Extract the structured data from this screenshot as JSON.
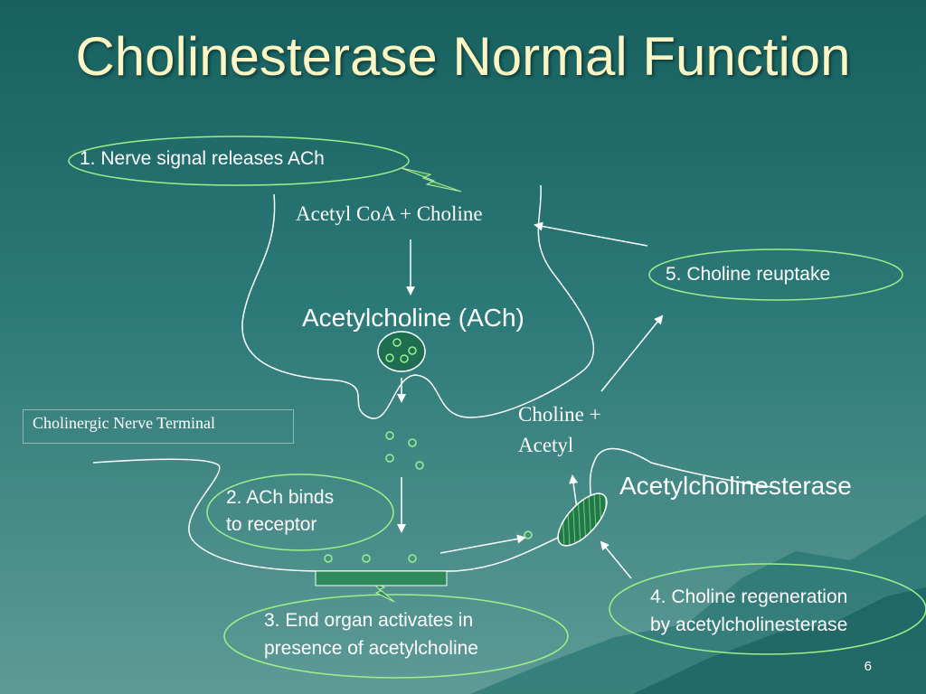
{
  "slide": {
    "title": "Cholinesterase Normal Function",
    "page_number": "6"
  },
  "steps": {
    "step1": "1.  Nerve signal releases ACh",
    "step2_line1": "2.  ACh binds",
    "step2_line2": "to  receptor",
    "step3_line1": "3.  End organ activates in",
    "step3_line2": "presence of acetylcholine",
    "step4_line1": "4.  Choline regeneration",
    "step4_line2": "by acetylcholinesterase",
    "step5": "5.  Choline reuptake"
  },
  "labels": {
    "precursors": "Acetyl CoA + Choline",
    "ach": "Acetylcholine (ACh)",
    "products_line1": "Choline +",
    "products_line2": "Acetyl",
    "enzyme": "Acetylcholinesterase",
    "terminal": "Cholinergic Nerve Terminal"
  },
  "colors": {
    "background_top": "#17605f",
    "background_bottom": "#5e9a96",
    "title": "#fbf6c4",
    "oval_outline": "#9ef08a",
    "vesicle_fill": "#1e6e52",
    "molecule_outline": "#9ef08a",
    "lightning": "#2f8a5a",
    "receptor": "#2f8a5a",
    "enzyme": "#1f7a45"
  }
}
